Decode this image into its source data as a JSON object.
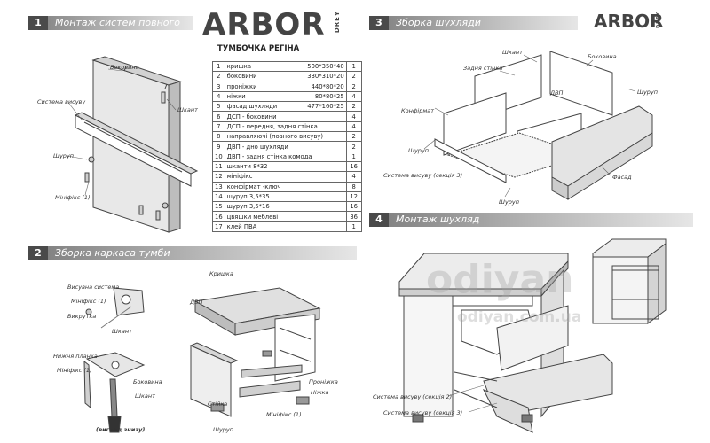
{
  "brand": {
    "name": "ARBOR",
    "sub": "DREY"
  },
  "sections": [
    {
      "num": "1",
      "title": "Монтаж систем повного висуву"
    },
    {
      "num": "2",
      "title": "Зборка каркаса тумби"
    },
    {
      "num": "3",
      "title": "Зборка шухляди"
    },
    {
      "num": "4",
      "title": "Монтаж шухляд"
    }
  ],
  "table": {
    "title": "ТУМБОЧКА РЕГІНА",
    "rows": [
      {
        "n": "1",
        "name": "кришка",
        "dim": "500*350*40",
        "qty": "1"
      },
      {
        "n": "2",
        "name": "боковини",
        "dim": "330*310*20",
        "qty": "2"
      },
      {
        "n": "3",
        "name": "проніжки",
        "dim": "440*80*20",
        "qty": "2"
      },
      {
        "n": "4",
        "name": "ніжки",
        "dim": "80*80*25",
        "qty": "4"
      },
      {
        "n": "5",
        "name": "фасад шухляди",
        "dim": "477*160*25",
        "qty": "2"
      },
      {
        "n": "6",
        "name": "ДСП - боковини",
        "dim": "",
        "qty": "4"
      },
      {
        "n": "7",
        "name": "ДСП - передня, задня стінка",
        "dim": "",
        "qty": "4"
      },
      {
        "n": "8",
        "name": "направляючі (повного висуву)",
        "dim": "",
        "qty": "2"
      },
      {
        "n": "9",
        "name": "ДВП - дно шухляди",
        "dim": "",
        "qty": "2"
      },
      {
        "n": "10",
        "name": "ДВП - задня стінка комода",
        "dim": "",
        "qty": "1"
      },
      {
        "n": "11",
        "name": "шканти 8*32",
        "dim": "",
        "qty": "16"
      },
      {
        "n": "12",
        "name": "мініфікс",
        "dim": "",
        "qty": "4"
      },
      {
        "n": "13",
        "name": "конфірмат -ключ",
        "dim": "",
        "qty": "8"
      },
      {
        "n": "14",
        "name": "шуруп 3,5*35",
        "dim": "",
        "qty": "12"
      },
      {
        "n": "15",
        "name": "шуруп 3,5*16",
        "dim": "",
        "qty": "16"
      },
      {
        "n": "16",
        "name": "цвяшки меблеві",
        "dim": "",
        "qty": "36"
      },
      {
        "n": "17",
        "name": "клей ПВА",
        "dim": "",
        "qty": "1"
      }
    ]
  },
  "s1": {
    "bokovyna": "Боковина",
    "systema": "Система висуву",
    "shkant": "Шкант",
    "shurup": "Шуруп",
    "minifix": "Мініфікс (1)"
  },
  "s2": {
    "vysuvna": "Висувна система",
    "minifix1": "Мініфікс (1)",
    "vykrutka": "Викрутка",
    "shkant": "Шкант",
    "nizhnia": "Нижня планка",
    "minifix2": "Мініфікс (1)",
    "bokovyna": "Боковина",
    "shkant2": "Шкант",
    "vyhliad": "(вигляд знизу)",
    "kryshka": "Кришка",
    "dvp": "ДВП",
    "stiyka": "Стійка",
    "pronizhka": "Проніжка",
    "nizhka": "Ніжка",
    "minifix3": "Мініфікс (1)",
    "shurup": "Шуруп"
  },
  "s3": {
    "shkant": "Шкант",
    "bokovyna": "Боковина",
    "zadnia": "Задня стінка",
    "shurup": "Шуруп",
    "dvp": "ДВП",
    "konfirmat": "Конфірмат",
    "shurup2": "Шуруп",
    "systema": "Система висуву (секція 3)",
    "fasad": "Фасад",
    "shurup3": "Шуруп"
  },
  "s4": {
    "sec2": "Система висуву (секція 2)",
    "sec3": "Система висуву (секція 3)"
  },
  "watermark": {
    "big": "odiyan",
    "url": "odiyan.com.ua"
  }
}
